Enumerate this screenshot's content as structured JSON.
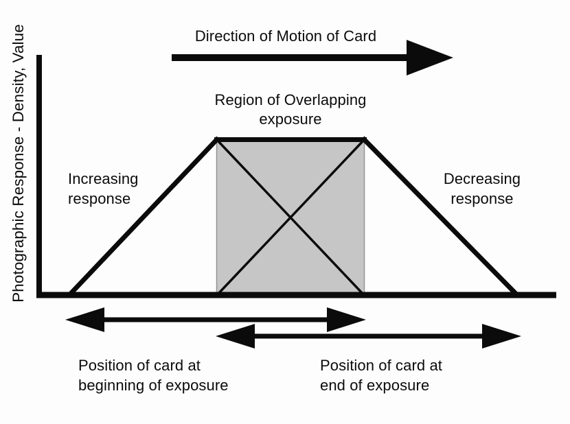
{
  "colors": {
    "ink": "#0b0b0b",
    "box_fill": "#c6c6c6",
    "box_edge": "#929292",
    "background": "#fdfdfd"
  },
  "y_axis": {
    "label": "Photographic Response - Density, Value"
  },
  "direction_arrow": {
    "label": "Direction of Motion of Card"
  },
  "overlap_region": {
    "label_line1": "Region of Overlapping",
    "label_line2": "exposure"
  },
  "increasing": {
    "line1": "Increasing",
    "line2": "response"
  },
  "decreasing": {
    "line1": "Decreasing",
    "line2": "response"
  },
  "card_begin": {
    "line1": "Position of card at",
    "line2": "beginning of exposure"
  },
  "card_end": {
    "line1": "Position of card at",
    "line2": "end of exposure"
  }
}
